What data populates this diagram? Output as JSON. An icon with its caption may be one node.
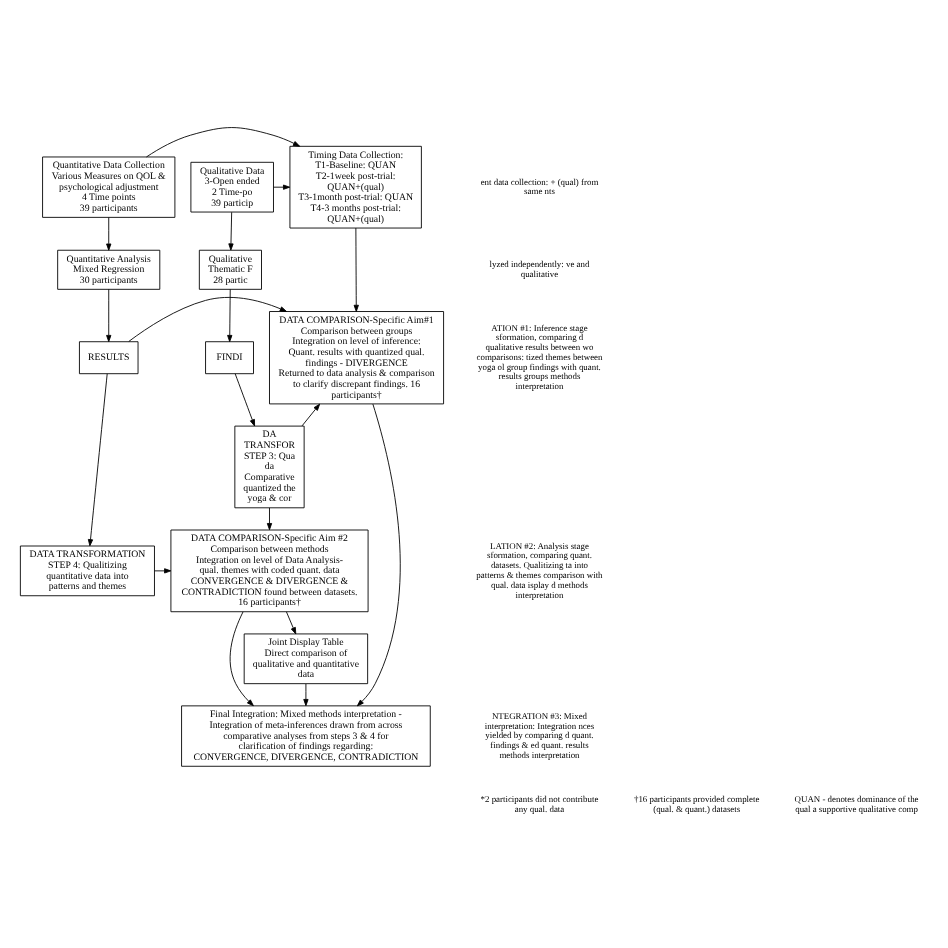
{
  "diagram": {
    "nodes": [
      {
        "text": [
          "Quantitative Data Collection",
          "Various Measures on QOL & psychological adjustment",
          "4 Time points",
          "39 participants"
        ]
      },
      {
        "text": [
          "Timing Data Collection:",
          "T1-Baseline: QUAN",
          "T2-1week post-trial: QUAN+(qual)",
          "T3-1month post-trial: QUAN",
          "T4-3 months post-trial: QUAN+(qual)"
        ]
      },
      {
        "text": [
          "Qualitative Data",
          "3-Open ended",
          "2 Time-po",
          "39 particip"
        ]
      },
      {
        "text": [
          "Quantitative Analysis",
          "Mixed Regression",
          "30 participants"
        ]
      },
      {
        "text": [
          "Qualitative",
          "Thematic F",
          "28 partic"
        ]
      },
      {
        "text": [
          "RESULTS"
        ]
      },
      {
        "text": [
          "FINDI"
        ]
      },
      {
        "text": [
          "DATA COMPARISON-Specific Aim#1",
          "Comparison between groups",
          "Integration on level of inference: Quant. results with quantized qual. findings - DIVERGENCE",
          "Returned to data analysis & comparison to clarify discrepant findings. 16 participants†"
        ]
      },
      {
        "text": [
          "DA",
          "TRANSFOR",
          "STEP 3: Qua",
          "da",
          "Comparative",
          "quantized the",
          "yoga & cor"
        ]
      },
      {
        "text": [
          "DATA COMPARISON-Specific Aim #2",
          "Comparison between methods",
          "Integration on level of Data Analysis- qual. themes with coded quant. data",
          "CONVERGENCE & DIVERGENCE & CONTRADICTION found between datasets. 16 participants†"
        ]
      },
      {
        "text": [
          "DATA TRANSFORMATION",
          "STEP 4: Qualitizing quantitative data into patterns and themes"
        ]
      },
      {
        "text": [
          "Joint Display Table",
          "Direct comparison of qualitative and quantitative data"
        ]
      },
      {
        "text": [
          "Final Integration: Mixed methods interpretation - Integration of meta-inferences drawn from across comparative analyses from steps 3 & 4 for clarification of findings regarding:",
          "CONVERGENCE, DIVERGENCE, CONTRADICTION"
        ]
      }
    ],
    "edges": [
      {
        "from": 0,
        "to": 1,
        "arrow": "to"
      },
      {
        "from": 2,
        "to": 1,
        "arrow": "to"
      },
      {
        "from": 0,
        "to": 3,
        "arrow": "to"
      },
      {
        "from": 2,
        "to": 4,
        "arrow": "to"
      },
      {
        "from": 3,
        "to": 5,
        "arrow": "to"
      },
      {
        "from": 4,
        "to": 6,
        "arrow": "to"
      },
      {
        "from": 5,
        "to": 7,
        "arrow": "to"
      },
      {
        "from": 1,
        "to": 7,
        "arrow": "to"
      },
      {
        "from": 6,
        "to": 8,
        "arrow": "to"
      },
      {
        "from": 8,
        "to": 7,
        "arrow": "to"
      },
      {
        "from": 5,
        "to": 10,
        "arrow": "to"
      },
      {
        "from": 10,
        "to": 9,
        "arrow": "to"
      },
      {
        "from": 8,
        "to": 9,
        "arrow": "to"
      },
      {
        "from": 9,
        "to": 11,
        "arrow": "to"
      },
      {
        "from": 9,
        "to": 12,
        "arrow": "to"
      },
      {
        "from": 11,
        "to": 12,
        "arrow": "to"
      },
      {
        "from": 7,
        "to": 12,
        "arrow": "to"
      }
    ],
    "labels": [
      "ent data collection: + (qual) from same nts",
      "lyzed independently: ve and qualitative",
      "ATION #1: Inference stage sformation, comparing d qualitative results between wo comparisons: tized themes between yoga ol group findings with quant. results groups methods interpretation",
      "LATION #2: Analysis stage sformation, comparing quant. datasets. Qualitizing ta into patterns & themes comparison with qual. data isplay d methods interpretation",
      "NTEGRATION #3: Mixed interpretation: Integration nces yielded by comparing d quant. findings & ed quant. results methods interpretation",
      "*2 participants did not contribute any qual. data",
      "†16 participants provided complete (qual. & quant.) datasets",
      "QUAN - denotes dominance of the qual a supportive qualitative comp"
    ]
  }
}
